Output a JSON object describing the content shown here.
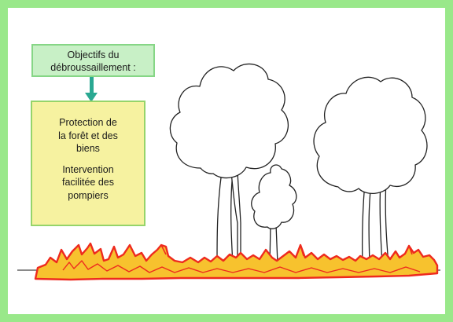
{
  "title_box": {
    "line1": "Objectifs du",
    "line2": "débroussaillement :"
  },
  "objectives": [
    {
      "line1": "Protection de",
      "line2": "la forêt et des",
      "line3": "biens"
    },
    {
      "line1": "Intervention",
      "line2": "facilitée des",
      "line3": "pompiers"
    }
  ],
  "colors": {
    "frame_border": "#99e88a",
    "title_box_fill": "#c8f0c6",
    "objectives_box_fill": "#f6f2a0",
    "arrow": "#2aa892",
    "fire_outline": "#ee2a1e",
    "fire_fill": "#f7c22e"
  },
  "icons": [
    "down-arrow-icon",
    "tree-icon",
    "fire-icon"
  ]
}
